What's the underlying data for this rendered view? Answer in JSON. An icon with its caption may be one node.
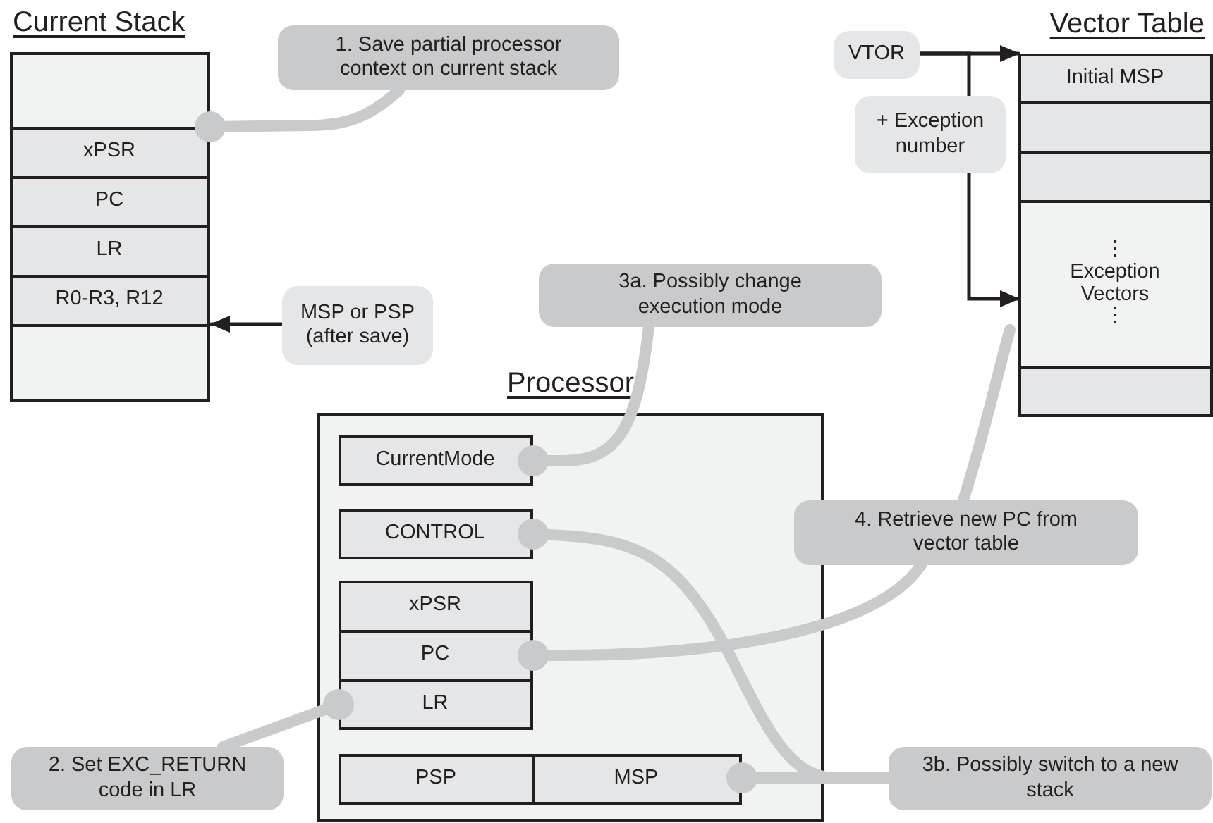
{
  "diagram": {
    "nodes": [
      {
        "text": [
          "Current Stack"
        ]
      },
      {
        "text": [
          "xPSR"
        ],
        "in": 0
      },
      {
        "text": [
          "PC"
        ],
        "in": 0
      },
      {
        "text": [
          "LR"
        ],
        "in": 0
      },
      {
        "text": [
          "R0-R3, R12"
        ],
        "in": 0
      },
      {
        "text": [
          "1. Save partial processor context on current stack"
        ]
      },
      {
        "text": [
          "MSP or PSP (after save)"
        ]
      },
      {
        "text": [
          "VTOR"
        ]
      },
      {
        "text": [
          "+ Exception number"
        ]
      },
      {
        "text": [
          "Vector Table"
        ]
      },
      {
        "text": [
          "Initial MSP"
        ],
        "in": 9
      },
      {
        "text": [],
        "shape": "box",
        "in": 9
      },
      {
        "text": [],
        "shape": "box",
        "in": 9
      },
      {
        "text": [
          "⋮",
          "Exception Vectors",
          "⋮"
        ],
        "in": 9
      },
      {
        "text": [],
        "shape": "box",
        "in": 9
      },
      {
        "text": [
          "3a. Possibly change execution mode"
        ]
      },
      {
        "text": [
          "Processor"
        ]
      },
      {
        "text": [
          "CurrentMode"
        ],
        "in": 16
      },
      {
        "text": [
          "CONTROL"
        ],
        "in": 16
      },
      {
        "text": [
          "xPSR"
        ],
        "in": 16
      },
      {
        "text": [
          "PC"
        ],
        "in": 16
      },
      {
        "text": [
          "LR"
        ],
        "in": 16
      },
      {
        "text": [
          "PSP"
        ],
        "in": 16
      },
      {
        "text": [
          "MSP"
        ],
        "in": 16
      },
      {
        "text": [
          "4. Retrieve new PC from vector table"
        ]
      },
      {
        "text": [
          "2. Set EXC_RETURN code in LR"
        ]
      },
      {
        "text": [
          "3b. Possibly switch to a new stack"
        ]
      }
    ],
    "edges": [
      {
        "from": 5,
        "to": 1,
        "arrow": "other"
      },
      {
        "from": 6,
        "to": 0,
        "arrow": "to",
        "color": "#231f20"
      },
      {
        "from": 7,
        "to": 10,
        "arrow": "to",
        "color": "#231f20"
      },
      {
        "from": 7,
        "to": 8,
        "arrow": "none",
        "color": "#231f20"
      },
      {
        "from": 8,
        "to": 13,
        "arrow": "to",
        "color": "#231f20"
      },
      {
        "from": 15,
        "to": 17,
        "arrow": "other"
      },
      {
        "from": 24,
        "to": 20,
        "arrow": "other"
      },
      {
        "from": 24,
        "to": 13,
        "arrow": "none"
      },
      {
        "from": 25,
        "to": 21,
        "arrow": "other"
      },
      {
        "from": 26,
        "to": 23,
        "arrow": "other"
      },
      {
        "from": 26,
        "to": 18,
        "arrow": "other"
      }
    ]
  }
}
